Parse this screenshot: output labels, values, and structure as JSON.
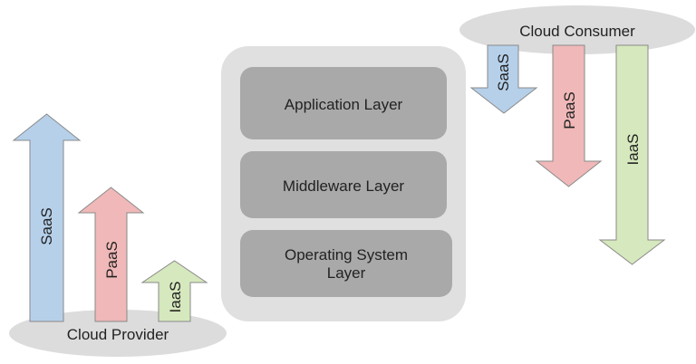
{
  "provider": {
    "label": "Cloud Provider",
    "arrows": [
      {
        "label": "SaaS",
        "color": "#b6d0ea",
        "direction": "up"
      },
      {
        "label": "PaaS",
        "color": "#f0b8b8",
        "direction": "up"
      },
      {
        "label": "IaaS",
        "color": "#d6e8bd",
        "direction": "up"
      }
    ]
  },
  "consumer": {
    "label": "Cloud Consumer",
    "arrows": [
      {
        "label": "SaaS",
        "color": "#b6d0ea",
        "direction": "down"
      },
      {
        "label": "PaaS",
        "color": "#f0b8b8",
        "direction": "down"
      },
      {
        "label": "IaaS",
        "color": "#d6e8bd",
        "direction": "down"
      }
    ]
  },
  "stack": {
    "layers": [
      {
        "lines": [
          "Application Layer"
        ]
      },
      {
        "lines": [
          "Middleware Layer"
        ]
      },
      {
        "lines": [
          "Operating System",
          "Layer"
        ]
      }
    ]
  },
  "colors": {
    "ellipse": "#dcdcdc",
    "stack_outer": "#e0e0e0",
    "layer": "#a9a9a9",
    "arrow_stroke": "#8a8a8a"
  }
}
